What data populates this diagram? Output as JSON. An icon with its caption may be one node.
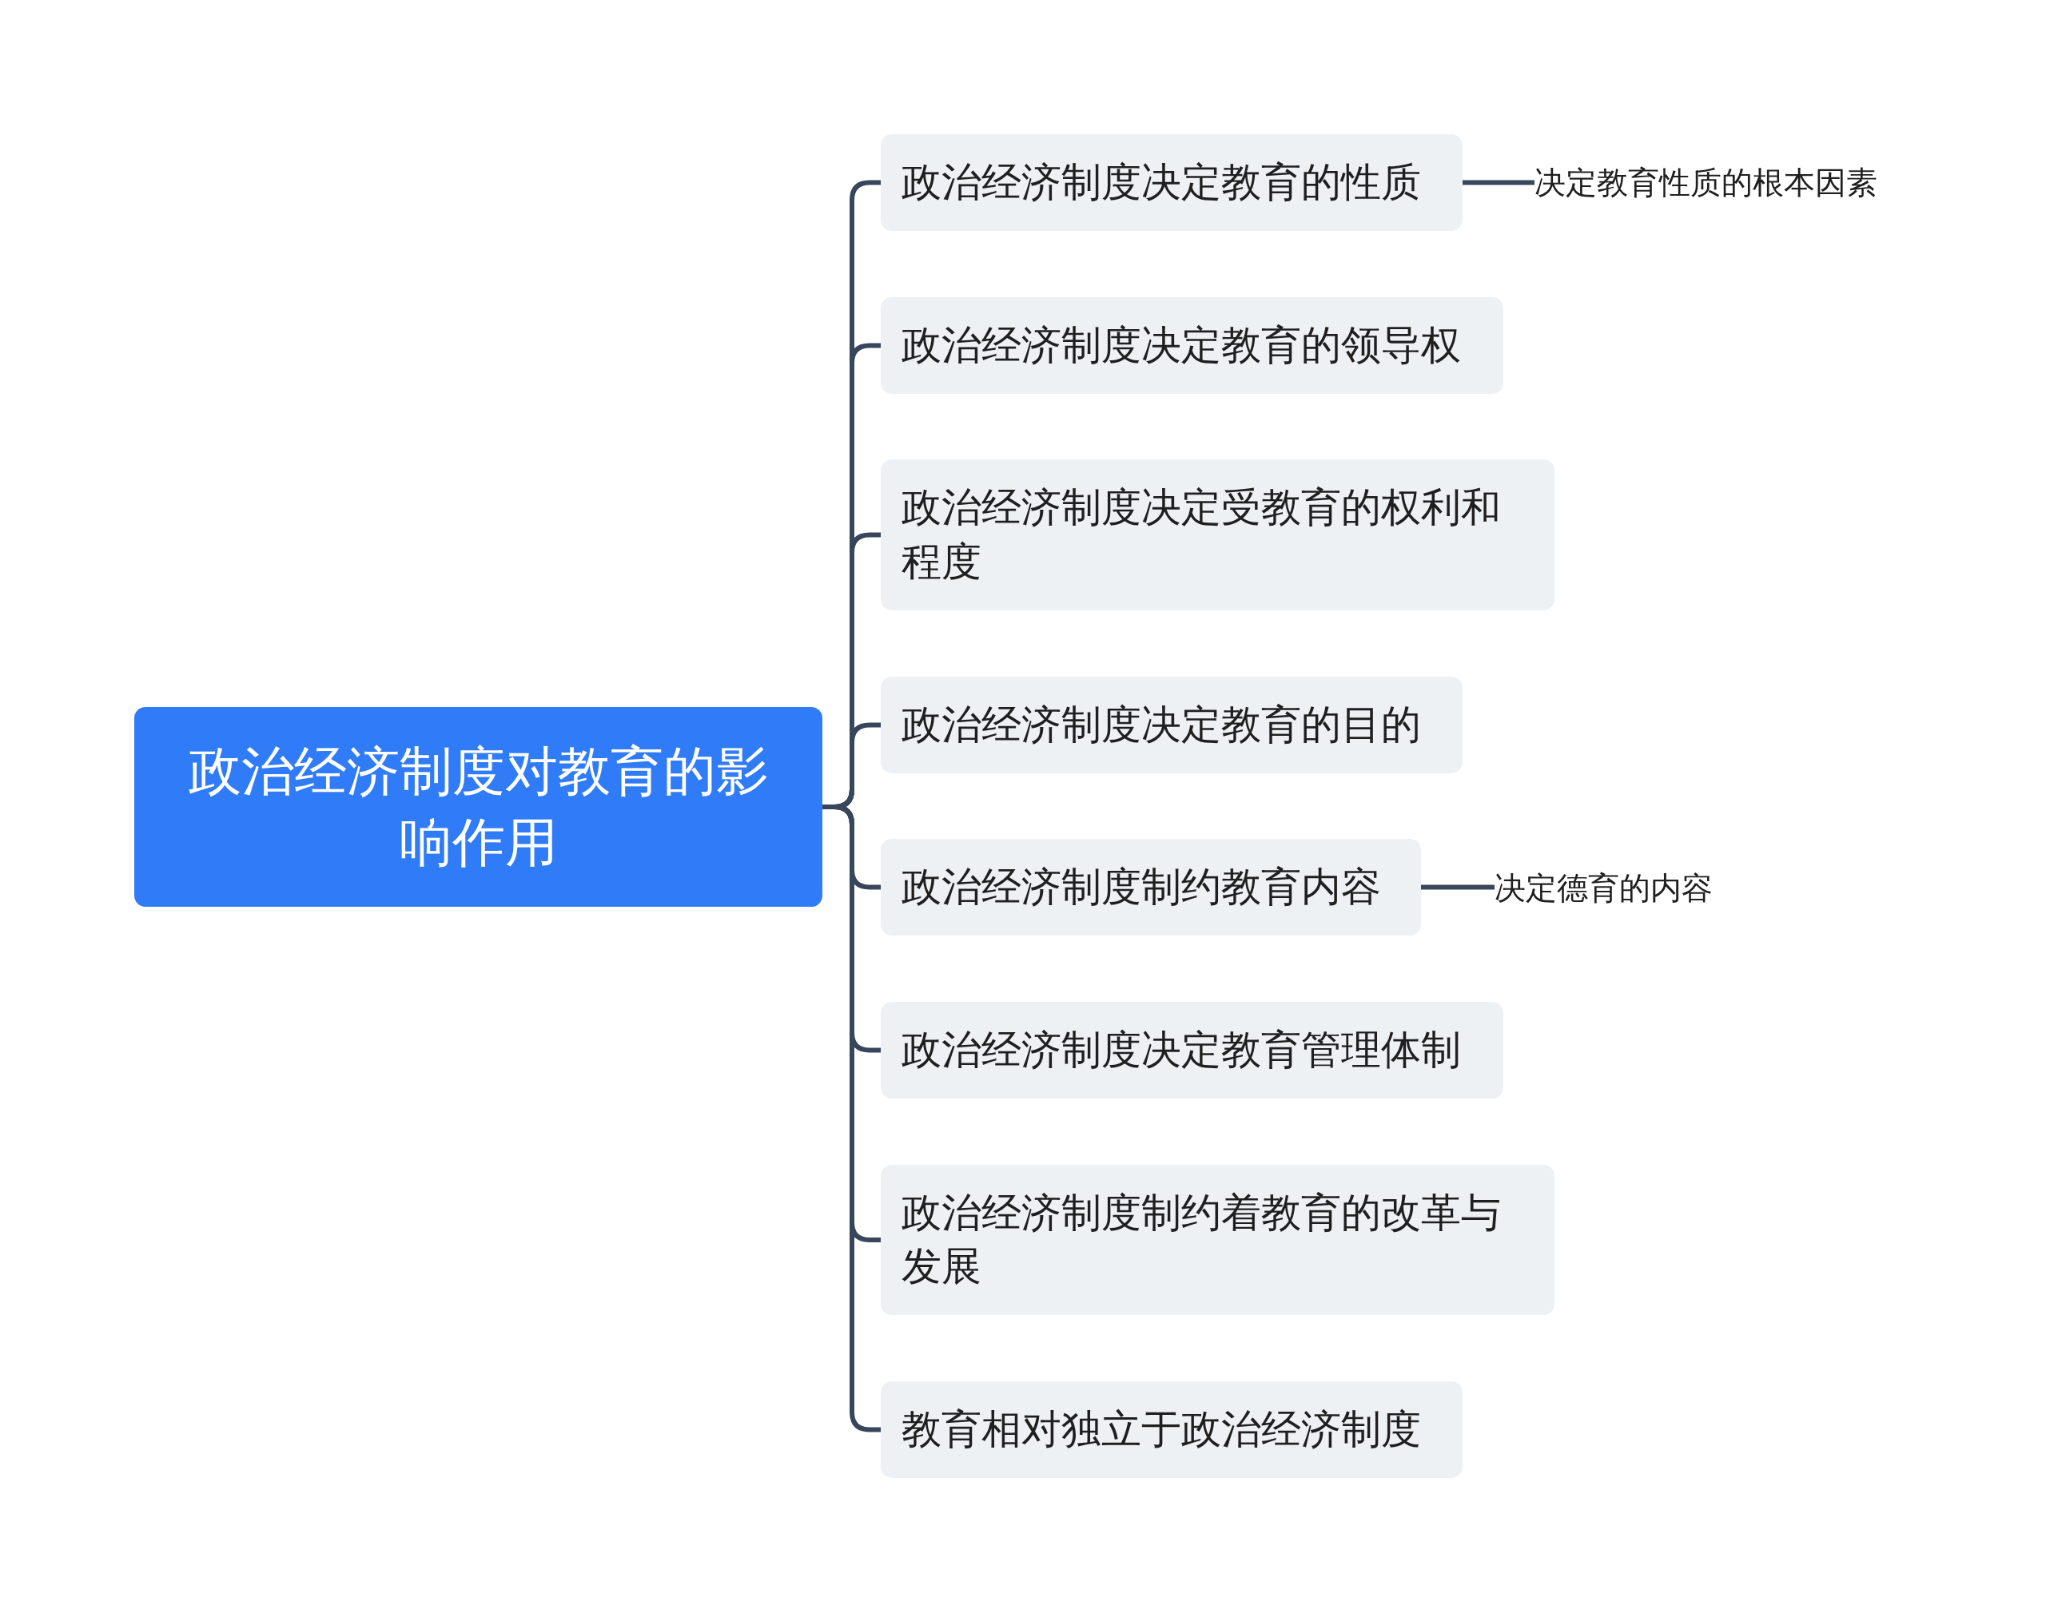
{
  "diagram": {
    "nodes": [
      {
        "text": [
          "政治经济制度对教育的影响作用"
        ]
      },
      {
        "text": [
          "政治经济制度决定教育的性质"
        ]
      },
      {
        "text": [
          "政治经济制度决定教育的领导权"
        ]
      },
      {
        "text": [
          "政治经济制度决定受教育的权利和程度"
        ]
      },
      {
        "text": [
          "政治经济制度决定教育的目的"
        ]
      },
      {
        "text": [
          "政治经济制度制约教育内容"
        ]
      },
      {
        "text": [
          "政治经济制度决定教育管理体制"
        ]
      },
      {
        "text": [
          "政治经济制度制约着教育的改革与发展"
        ]
      },
      {
        "text": [
          "教育相对独立于政治经济制度"
        ]
      },
      {
        "text": [
          "决定教育性质的根本因素"
        ]
      },
      {
        "text": [
          "决定德育的内容"
        ]
      }
    ],
    "edges": [
      {
        "from": 0,
        "to": 1,
        "arrow": "none"
      },
      {
        "from": 0,
        "to": 2,
        "arrow": "none"
      },
      {
        "from": 0,
        "to": 3,
        "arrow": "none"
      },
      {
        "from": 0,
        "to": 4,
        "arrow": "none"
      },
      {
        "from": 0,
        "to": 5,
        "arrow": "none"
      },
      {
        "from": 0,
        "to": 6,
        "arrow": "none"
      },
      {
        "from": 0,
        "to": 7,
        "arrow": "none"
      },
      {
        "from": 0,
        "to": 8,
        "arrow": "none"
      },
      {
        "from": 1,
        "to": 9,
        "arrow": "none"
      },
      {
        "from": 5,
        "to": 10,
        "arrow": "none"
      }
    ]
  }
}
